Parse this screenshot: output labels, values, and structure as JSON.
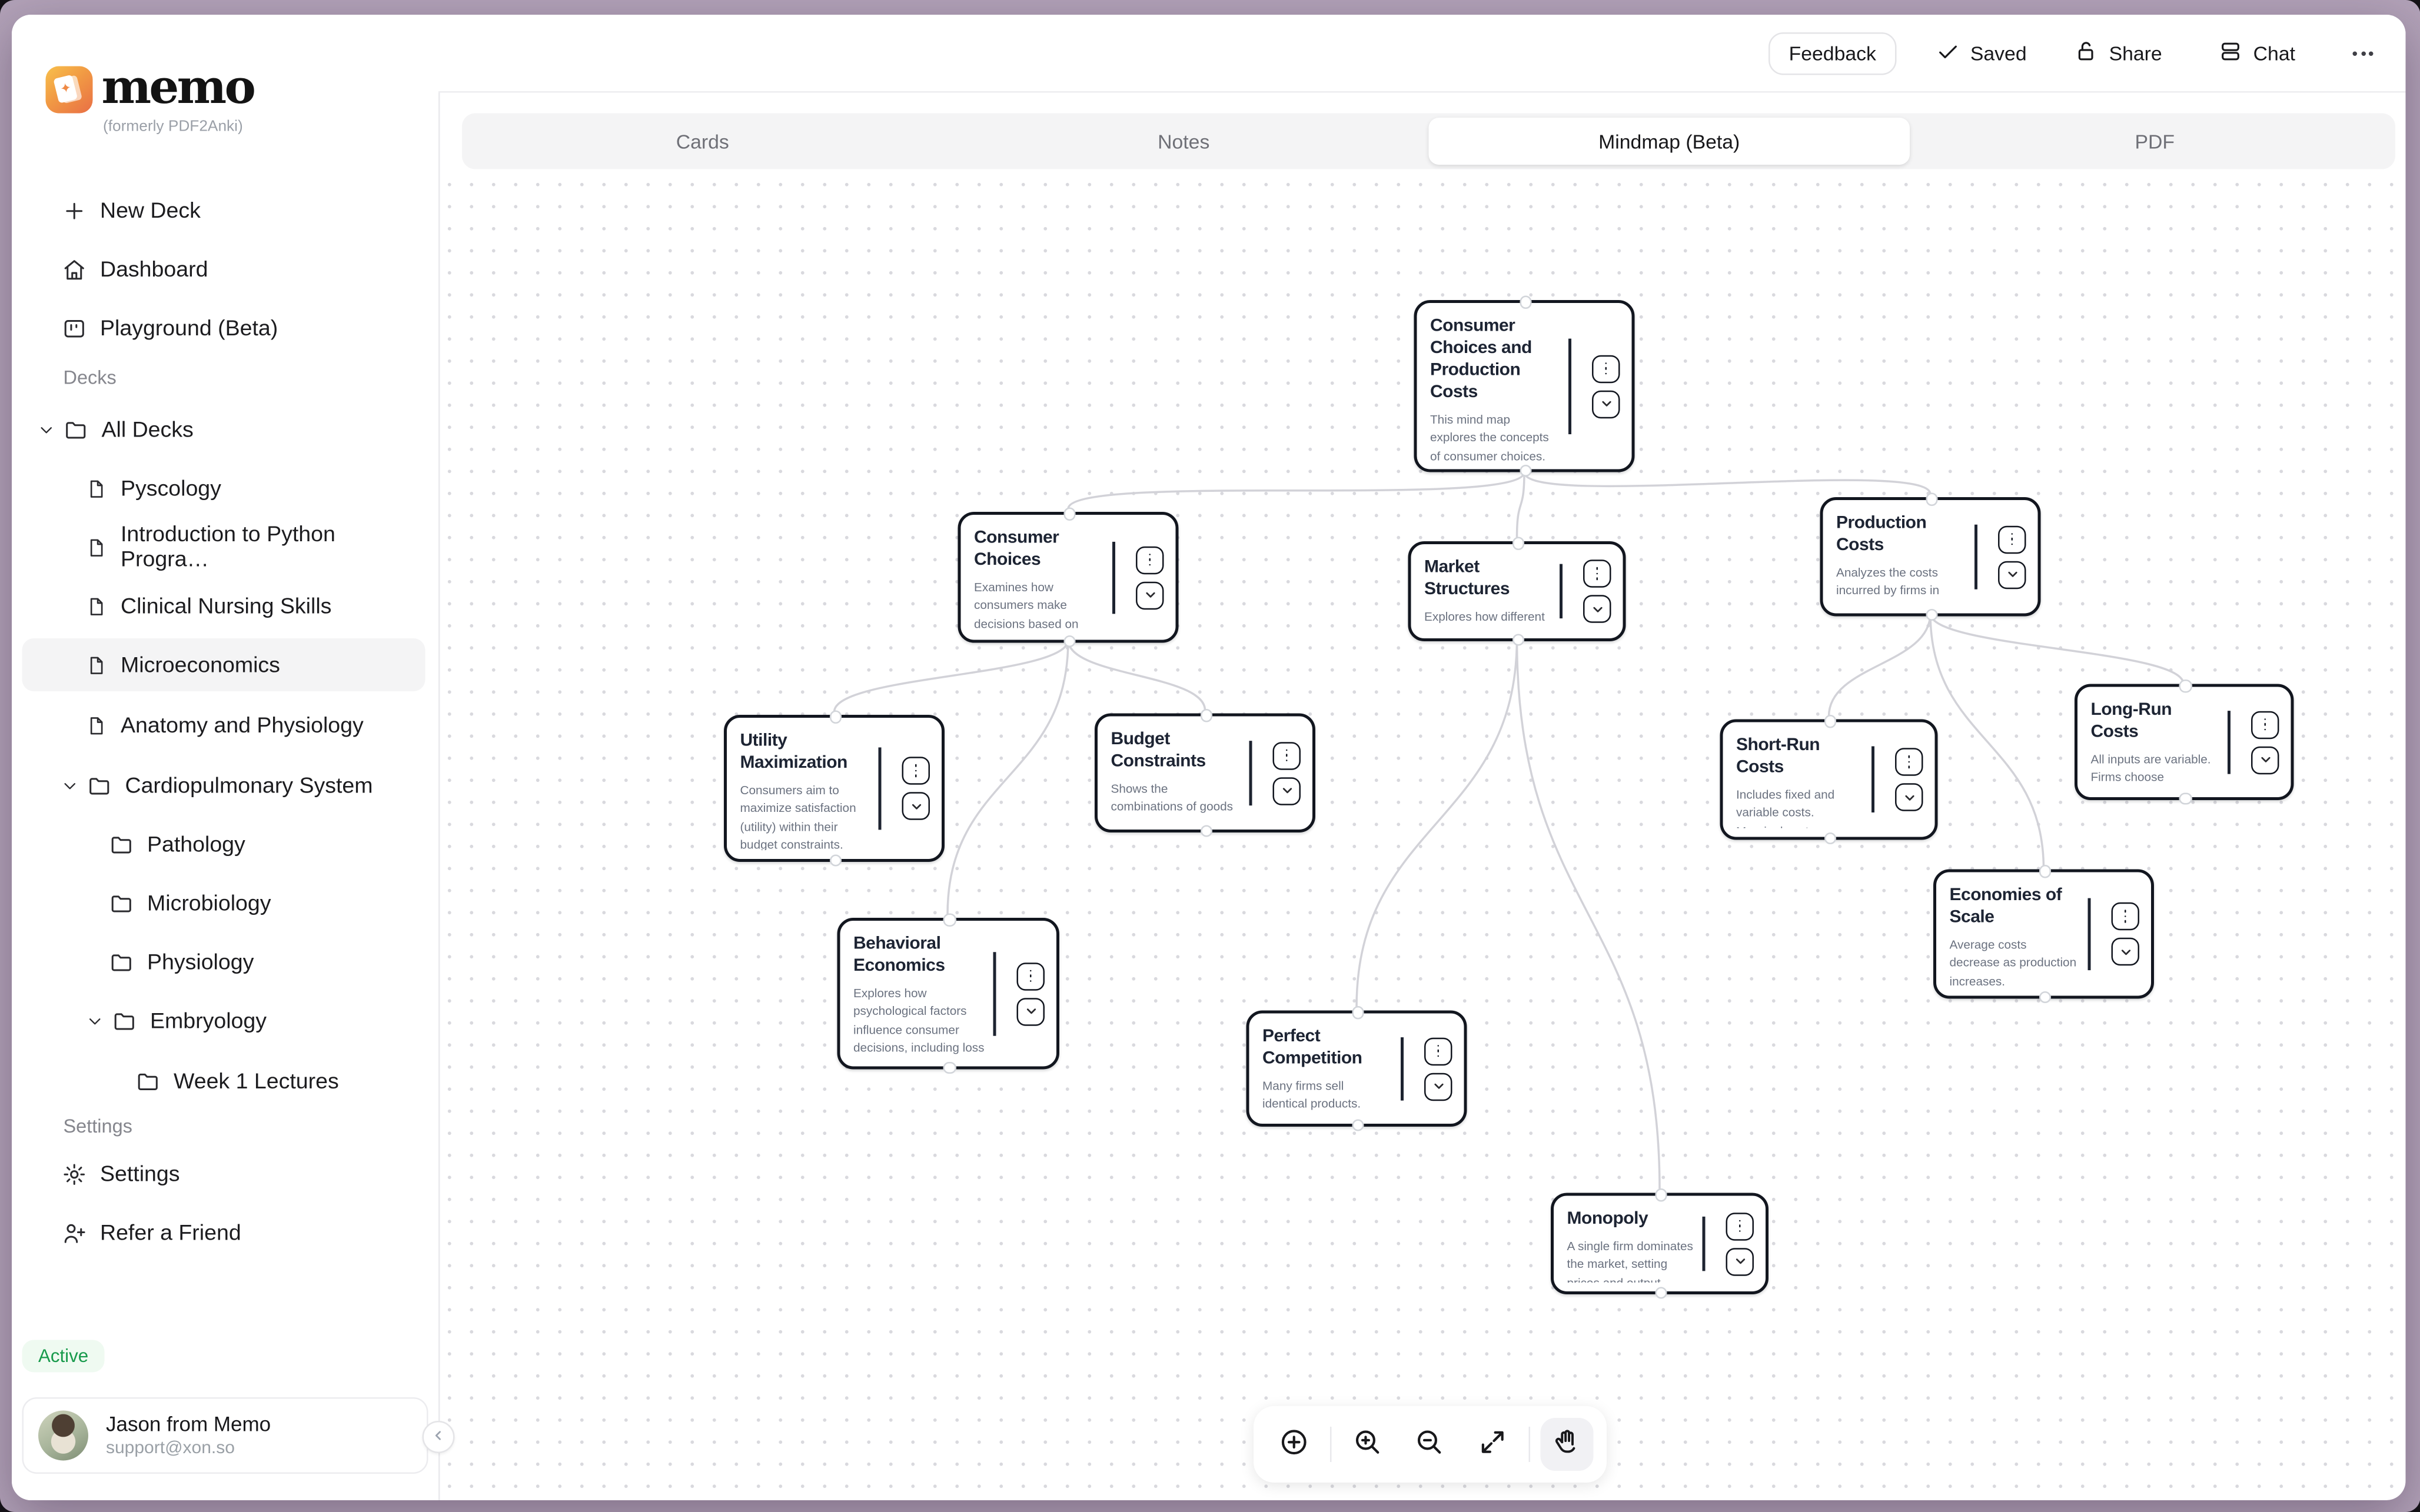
{
  "app": {
    "logo_text": "memo",
    "logo_sub": "(formerly PDF2Anki)",
    "colors": {
      "frame_purple": "#b2a2b8",
      "logo_orange": "#f09544",
      "active_badge_bg": "#effaf1",
      "active_badge_text": "#179a4b",
      "node_border": "#12161f",
      "edge_gray": "#d2d2d8"
    }
  },
  "header": {
    "feedback_label": "Feedback",
    "saved_label": "Saved",
    "share_label": "Share",
    "chat_label": "Chat",
    "icons": [
      "check-icon",
      "lock-open-icon",
      "chat-icon",
      "ellipsis-icon"
    ]
  },
  "tabs": [
    {
      "label": "Cards",
      "active": false
    },
    {
      "label": "Notes",
      "active": false
    },
    {
      "label": "Mindmap (Beta)",
      "active": true
    },
    {
      "label": "PDF",
      "active": false
    }
  ],
  "sidebar": {
    "items": [
      {
        "label": "New Deck",
        "icon": "plus-icon"
      },
      {
        "label": "Dashboard",
        "icon": "home-icon"
      },
      {
        "label": "Playground (Beta)",
        "icon": "playground-icon"
      }
    ],
    "decks_section_label": "Decks",
    "decks": [
      {
        "label": "All Decks",
        "icon": "folder-icon",
        "expanded": true
      },
      {
        "label": "Pyscology",
        "icon": "file-icon"
      },
      {
        "label": "Introduction to Python Progra…",
        "icon": "file-icon"
      },
      {
        "label": "Clinical Nursing Skills",
        "icon": "file-icon"
      },
      {
        "label": "Microeconomics",
        "icon": "file-icon",
        "selected": true
      },
      {
        "label": "Anatomy and Physiology",
        "icon": "file-icon"
      },
      {
        "label": "Cardiopulmonary System",
        "icon": "folder-icon",
        "expanded": true
      },
      {
        "label": "Pathology",
        "icon": "folder-icon"
      },
      {
        "label": "Microbiology",
        "icon": "folder-icon"
      },
      {
        "label": "Physiology",
        "icon": "folder-icon"
      },
      {
        "label": "Embryology",
        "icon": "folder-icon",
        "expanded": true
      },
      {
        "label": "Week 1 Lectures",
        "icon": "folder-icon"
      }
    ],
    "settings_section_label": "Settings",
    "settings_items": [
      {
        "label": "Settings",
        "icon": "gear-icon"
      },
      {
        "label": "Refer a Friend",
        "icon": "user-plus-icon"
      }
    ],
    "status_badge": "Active",
    "user": {
      "name": "Jason from Memo",
      "email": "support@xon.so"
    }
  },
  "mindmap": {
    "nodes": [
      {
        "title": "Consumer Choices and Production Costs",
        "description": "This mind map explores the concepts of consumer choices, production costs, and market structures, as discussed in the deck."
      },
      {
        "title": "Consumer Choices",
        "description": "Examines how consumers make decisions based on utility, budget constraints, and changes in income or prices."
      },
      {
        "title": "Market Structures",
        "description": "Explores how different market structures affect competition, pricing, and firm behavior."
      },
      {
        "title": "Production Costs",
        "description": "Analyzes the costs incurred by firms in producing goods, including fixed, variable, and total costs."
      },
      {
        "title": "Utility Maximization",
        "description": "Consumers aim to maximize satisfaction (utility) within their budget constraints. Marginal utility diminishes with additional consumption of a good."
      },
      {
        "title": "Budget Constraints",
        "description": "Shows the combinations of goods a consumer can afford given their income and prices of goods."
      },
      {
        "title": "Behavioral Economics",
        "description": "Explores how psychological factors influence consumer decisions, including loss aversion and mental accounting."
      },
      {
        "title": "Perfect Competition",
        "description": "Many firms sell identical products. Firms are price takers and can freely enter or exit the market."
      },
      {
        "title": "Monopoly",
        "description": "A single firm dominates the market, setting prices and output levels."
      },
      {
        "title": "Short-Run Costs",
        "description": "Includes fixed and variable costs. Marginal cost increases due to diminishing marginal returns."
      },
      {
        "title": "Long-Run Costs",
        "description": "All inputs are variable. Firms choose production technologies to minimize costs."
      },
      {
        "title": "Economies of Scale",
        "description": "Average costs decrease as production increases. Diseconomies of scale occur when costs rise due to inefficiencies."
      }
    ],
    "canvas_toolbar_icons": [
      "plus-circle-icon",
      "zoom-in-icon",
      "zoom-out-icon",
      "expand-icon",
      "hand-icon"
    ]
  }
}
